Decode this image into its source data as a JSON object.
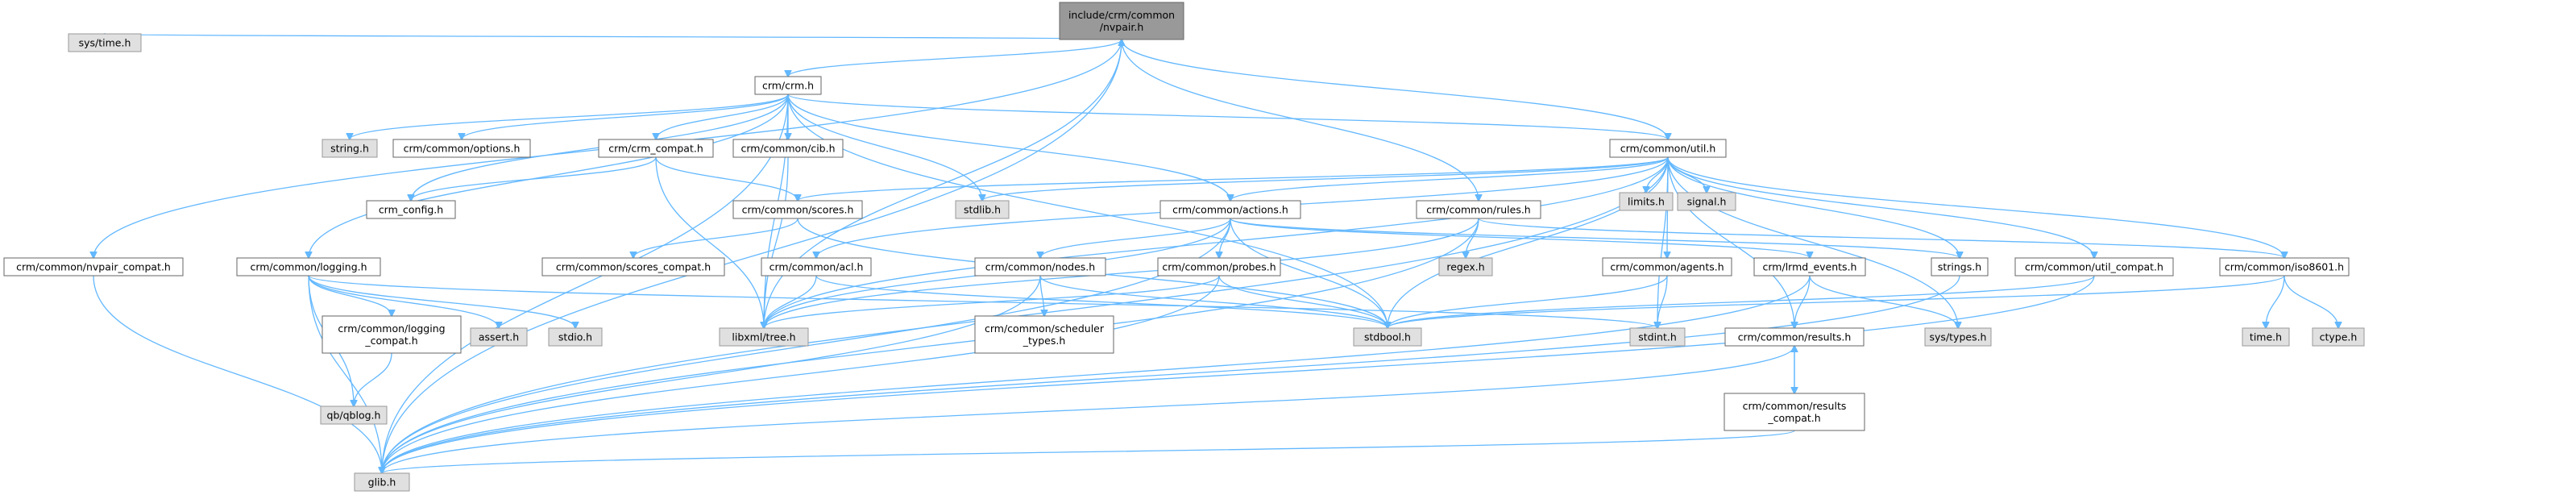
{
  "diagram": {
    "nodes": [
      {
        "id": "nvpair",
        "lines": [
          "include/crm/common",
          "/nvpair.h"
        ],
        "style": "primary"
      },
      {
        "id": "systime",
        "lines": [
          "sys/time.h"
        ],
        "style": "sys"
      },
      {
        "id": "crmh",
        "lines": [
          "crm/crm.h"
        ],
        "style": "doc"
      },
      {
        "id": "stringh",
        "lines": [
          "string.h"
        ],
        "style": "sys"
      },
      {
        "id": "options",
        "lines": [
          "crm/common/options.h"
        ],
        "style": "doc"
      },
      {
        "id": "compat",
        "lines": [
          "crm/crm_compat.h"
        ],
        "style": "doc"
      },
      {
        "id": "cib",
        "lines": [
          "crm/common/cib.h"
        ],
        "style": "doc"
      },
      {
        "id": "config",
        "lines": [
          "crm_config.h"
        ],
        "style": "doc"
      },
      {
        "id": "scores",
        "lines": [
          "crm/common/scores.h"
        ],
        "style": "doc"
      },
      {
        "id": "stdlib",
        "lines": [
          "stdlib.h"
        ],
        "style": "sys"
      },
      {
        "id": "actions",
        "lines": [
          "crm/common/actions.h"
        ],
        "style": "doc"
      },
      {
        "id": "util",
        "lines": [
          "crm/common/util.h"
        ],
        "style": "doc"
      },
      {
        "id": "limits",
        "lines": [
          "limits.h"
        ],
        "style": "sys"
      },
      {
        "id": "signal",
        "lines": [
          "signal.h"
        ],
        "style": "sys"
      },
      {
        "id": "rules",
        "lines": [
          "crm/common/rules.h"
        ],
        "style": "doc"
      },
      {
        "id": "regex",
        "lines": [
          "regex.h"
        ],
        "style": "sys"
      },
      {
        "id": "nvcompat",
        "lines": [
          "crm/common/nvpair_compat.h"
        ],
        "style": "doc"
      },
      {
        "id": "logging",
        "lines": [
          "crm/common/logging.h"
        ],
        "style": "doc"
      },
      {
        "id": "logcompat",
        "lines": [
          "crm/common/logging",
          "_compat.h"
        ],
        "style": "doc"
      },
      {
        "id": "qblog",
        "lines": [
          "qb/qblog.h"
        ],
        "style": "sys"
      },
      {
        "id": "assert",
        "lines": [
          "assert.h"
        ],
        "style": "sys"
      },
      {
        "id": "stdio",
        "lines": [
          "stdio.h"
        ],
        "style": "sys"
      },
      {
        "id": "tree",
        "lines": [
          "libxml/tree.h"
        ],
        "style": "sys"
      },
      {
        "id": "scorescompat",
        "lines": [
          "crm/common/scores_compat.h"
        ],
        "style": "doc"
      },
      {
        "id": "acl",
        "lines": [
          "crm/common/acl.h"
        ],
        "style": "doc"
      },
      {
        "id": "nodes",
        "lines": [
          "crm/common/nodes.h"
        ],
        "style": "doc"
      },
      {
        "id": "probes",
        "lines": [
          "crm/common/probes.h"
        ],
        "style": "doc"
      },
      {
        "id": "sched",
        "lines": [
          "crm/common/scheduler",
          "_types.h"
        ],
        "style": "doc"
      },
      {
        "id": "stdbool",
        "lines": [
          "stdbool.h"
        ],
        "style": "sys"
      },
      {
        "id": "agents",
        "lines": [
          "crm/common/agents.h"
        ],
        "style": "doc"
      },
      {
        "id": "lrmd",
        "lines": [
          "crm/lrmd_events.h"
        ],
        "style": "doc"
      },
      {
        "id": "strings",
        "lines": [
          "strings.h"
        ],
        "style": "doc"
      },
      {
        "id": "utilcompat",
        "lines": [
          "crm/common/util_compat.h"
        ],
        "style": "doc"
      },
      {
        "id": "iso",
        "lines": [
          "crm/common/iso8601.h"
        ],
        "style": "doc"
      },
      {
        "id": "stdint",
        "lines": [
          "stdint.h"
        ],
        "style": "sys"
      },
      {
        "id": "results",
        "lines": [
          "crm/common/results.h"
        ],
        "style": "doc"
      },
      {
        "id": "systypes",
        "lines": [
          "sys/types.h"
        ],
        "style": "sys"
      },
      {
        "id": "resultscompat",
        "lines": [
          "crm/common/results",
          "_compat.h"
        ],
        "style": "doc"
      },
      {
        "id": "timeh",
        "lines": [
          "time.h"
        ],
        "style": "sys"
      },
      {
        "id": "ctype",
        "lines": [
          "ctype.h"
        ],
        "style": "sys"
      },
      {
        "id": "glib",
        "lines": [
          "glib.h"
        ],
        "style": "sys"
      }
    ],
    "edges": [
      [
        "nvpair",
        "systime"
      ],
      [
        "nvpair",
        "crmh"
      ],
      [
        "nvpair",
        "nvcompat"
      ],
      [
        "nvpair",
        "tree"
      ],
      [
        "nvpair",
        "rules"
      ],
      [
        "nvpair",
        "glib"
      ],
      [
        "crmh",
        "stringh"
      ],
      [
        "crmh",
        "options"
      ],
      [
        "crmh",
        "compat"
      ],
      [
        "crmh",
        "cib"
      ],
      [
        "crmh",
        "config"
      ],
      [
        "crmh",
        "stdlib"
      ],
      [
        "crmh",
        "actions"
      ],
      [
        "crmh",
        "util"
      ],
      [
        "crmh",
        "logging"
      ],
      [
        "crmh",
        "tree"
      ],
      [
        "crmh",
        "glib"
      ],
      [
        "crmh",
        "stdbool"
      ],
      [
        "compat",
        "config"
      ],
      [
        "compat",
        "scores"
      ],
      [
        "compat",
        "tree"
      ],
      [
        "cib",
        "tree"
      ],
      [
        "scores",
        "scorescompat"
      ],
      [
        "scores",
        "stdbool"
      ],
      [
        "util",
        "nvpair"
      ],
      [
        "util",
        "scores"
      ],
      [
        "util",
        "stdlib"
      ],
      [
        "util",
        "actions"
      ],
      [
        "util",
        "limits"
      ],
      [
        "util",
        "signal"
      ],
      [
        "util",
        "acl"
      ],
      [
        "util",
        "strings"
      ],
      [
        "util",
        "utilcompat"
      ],
      [
        "util",
        "agents"
      ],
      [
        "util",
        "results"
      ],
      [
        "util",
        "iso"
      ],
      [
        "util",
        "stdbool"
      ],
      [
        "util",
        "stdint"
      ],
      [
        "util",
        "systypes"
      ],
      [
        "util",
        "glib"
      ],
      [
        "util",
        "tree"
      ],
      [
        "actions",
        "nodes"
      ],
      [
        "actions",
        "probes"
      ],
      [
        "actions",
        "lrmd"
      ],
      [
        "actions",
        "strings"
      ],
      [
        "actions",
        "stdbool"
      ],
      [
        "actions",
        "glib"
      ],
      [
        "actions",
        "tree"
      ],
      [
        "rules",
        "regex"
      ],
      [
        "rules",
        "glib"
      ],
      [
        "rules",
        "iso"
      ],
      [
        "rules",
        "tree"
      ],
      [
        "nvcompat",
        "glib"
      ],
      [
        "logging",
        "logcompat"
      ],
      [
        "logging",
        "qblog"
      ],
      [
        "logging",
        "assert"
      ],
      [
        "logging",
        "stdio"
      ],
      [
        "logging",
        "glib"
      ],
      [
        "logging",
        "stdint"
      ],
      [
        "logcompat",
        "qblog"
      ],
      [
        "acl",
        "tree"
      ],
      [
        "acl",
        "stdbool"
      ],
      [
        "nodes",
        "sched"
      ],
      [
        "nodes",
        "stdbool"
      ],
      [
        "nodes",
        "glib"
      ],
      [
        "probes",
        "stdbool"
      ],
      [
        "probes",
        "tree"
      ],
      [
        "probes",
        "glib"
      ],
      [
        "agents",
        "stdbool"
      ],
      [
        "agents",
        "stdint"
      ],
      [
        "lrmd",
        "systypes"
      ],
      [
        "lrmd",
        "results"
      ],
      [
        "lrmd",
        "glib"
      ],
      [
        "strings",
        "glib"
      ],
      [
        "utilcompat",
        "glib"
      ],
      [
        "utilcompat",
        "stdbool"
      ],
      [
        "iso",
        "timeh"
      ],
      [
        "iso",
        "ctype"
      ],
      [
        "iso",
        "stdbool"
      ],
      [
        "results",
        "resultscompat"
      ],
      [
        "results",
        "glib"
      ],
      [
        "resultscompat",
        "results"
      ],
      [
        "resultscompat",
        "glib"
      ]
    ],
    "colors": {
      "edge": "#63b8ff",
      "primary_fill": "#999999",
      "doc_fill": "#ffffff",
      "sys_fill": "#e0e0e0"
    }
  }
}
